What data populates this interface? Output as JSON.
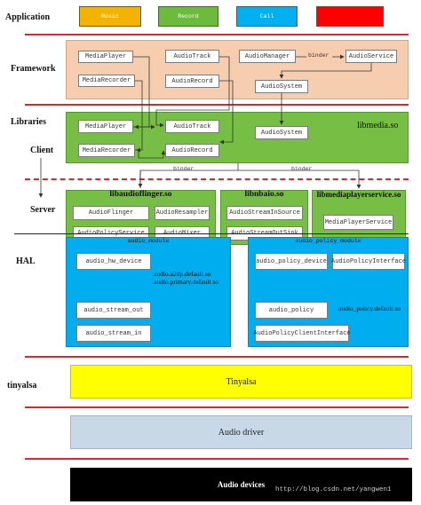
{
  "layers": {
    "application": "Application",
    "framework": "Framework",
    "libraries": "Libraries",
    "client": "Client",
    "server": "Server",
    "hal": "HAL",
    "tinyalsa": "tinyalsa"
  },
  "application": {
    "music": "Music",
    "record": "Record",
    "call": "Call",
    "fourth": ""
  },
  "framework": {
    "media_player": "MediaPlayer",
    "media_recorder": "MediaRecorder",
    "audio_track": "AudioTrack",
    "audio_record": "AudioRecord",
    "audio_manager": "AudioManager",
    "binder": "binder",
    "audio_service": "AudioService",
    "audio_system": "AudioSystem"
  },
  "libraries": {
    "title": "libmedia.so",
    "media_player": "MediaPlayer",
    "media_recorder": "MediaRecorder",
    "audio_track": "AudioTrack",
    "audio_record": "AudioRecord",
    "audio_system": "AudioSystem",
    "binder_left": "binder",
    "binder_right": "binder"
  },
  "server": {
    "audioflinger": {
      "title": "libaudioflinger.so",
      "audio_flinger": "AudioFlinger",
      "audio_resampler": "AudioResampler",
      "audio_policy_service": "AudioPolicyService",
      "audio_mixer": "AudioMixer"
    },
    "nbaio": {
      "title": "libnbaio.so",
      "source": "AudioStreamInSource",
      "sink": "AudioStreamOutSink"
    },
    "mediaplayerservice": {
      "title": "libmediaplayerservice.so",
      "service": "MediaPlayerService"
    }
  },
  "hal": {
    "audio_module": {
      "title": "audio_module",
      "hw_device": "audio_hw_device",
      "stream_out": "audio_stream_out",
      "stream_in": "audio_stream_in",
      "note_line1": "audio.a2dp.default.so",
      "note_line2": "audio.primary.default.so"
    },
    "audio_policy_module": {
      "title": "audio_policy_module",
      "policy_device": "audio_policy_device",
      "policy_interface": "AudioPolicyInterface",
      "audio_policy": "audio_policy",
      "client_interface": "AudioPolicyClientInterface",
      "note": "audio_policy.default.so"
    }
  },
  "bottom": {
    "tinyalsa": "Tinyalsa",
    "audio_driver": "Audio driver",
    "audio_devices": "Audio devices"
  },
  "watermark": "http://blog.csdn.net/yangwen1",
  "colors": {
    "music": "#f2b400",
    "record": "#6dbb3c",
    "call": "#00b0f0",
    "fourth": "#ff0000",
    "framework_bg": "#f7cdb0",
    "libraries_bg": "#76bf44",
    "hal_bg": "#00aeef",
    "tinyalsa_bg": "#ffff00",
    "driver_bg": "#c9d8e6",
    "devices_bg": "#000000",
    "divider": "#e3242b"
  }
}
